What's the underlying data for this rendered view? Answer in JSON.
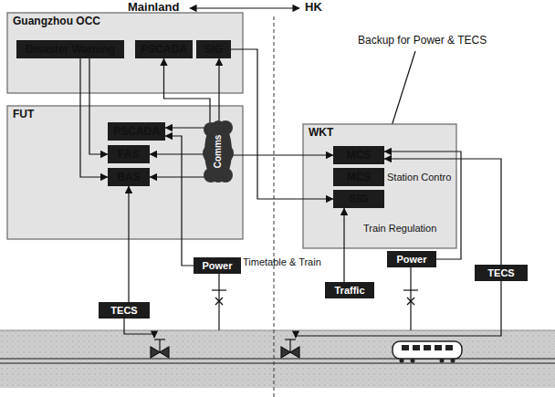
{
  "diagram": {
    "nodes": [
      {
        "text": [
          "Guangzhou OCC"
        ]
      },
      {
        "text": [
          "Disaster Warning"
        ],
        "in": 0
      },
      {
        "text": [
          "PSCADA"
        ],
        "in": 0
      },
      {
        "text": [
          "SIG"
        ],
        "in": 0
      },
      {
        "text": [
          "FUT"
        ]
      },
      {
        "text": [
          "PSCADA"
        ],
        "in": 4
      },
      {
        "text": [
          "FAS"
        ],
        "in": 4
      },
      {
        "text": [
          "BAS"
        ],
        "in": 4
      },
      {
        "text": [
          "Comms"
        ]
      },
      {
        "text": [
          "WKT"
        ]
      },
      {
        "text": [
          "MCS"
        ],
        "in": 9
      },
      {
        "text": [
          "MCS"
        ],
        "in": 9
      },
      {
        "text": [
          "SIG"
        ],
        "in": 9
      },
      {
        "text": [
          "Power"
        ]
      },
      {
        "text": [
          "Power"
        ]
      },
      {
        "text": [
          "TECS"
        ]
      },
      {
        "text": [
          "Traffic"
        ]
      },
      {
        "text": [
          "TECS"
        ]
      }
    ],
    "edges": [
      {
        "from": 1,
        "to": 6,
        "arrow": "to"
      },
      {
        "from": 1,
        "to": 7,
        "arrow": "to"
      },
      {
        "from": 8,
        "to": 2,
        "arrow": "to"
      },
      {
        "from": 8,
        "to": 3,
        "arrow": "to"
      },
      {
        "from": 8,
        "to": 5,
        "arrow": "to"
      },
      {
        "from": 8,
        "to": 6,
        "arrow": "to"
      },
      {
        "from": 8,
        "to": 7,
        "arrow": "to"
      },
      {
        "from": 8,
        "to": 10,
        "arrow": "to"
      },
      {
        "from": 13,
        "to": 5,
        "arrow": "to"
      },
      {
        "from": 15,
        "to": 7,
        "arrow": "to"
      },
      {
        "from": 14,
        "to": 10,
        "arrow": "to"
      },
      {
        "from": 17,
        "to": 10,
        "arrow": "to"
      },
      {
        "from": 16,
        "to": 12,
        "arrow": "to"
      },
      {
        "from": 3,
        "to": 12,
        "arrow": "to"
      }
    ],
    "labels": [
      "Mainland",
      "HK",
      "Backup for Power & TECS",
      "Station Contro",
      "Train Regulation",
      "Timetable & Train"
    ]
  }
}
